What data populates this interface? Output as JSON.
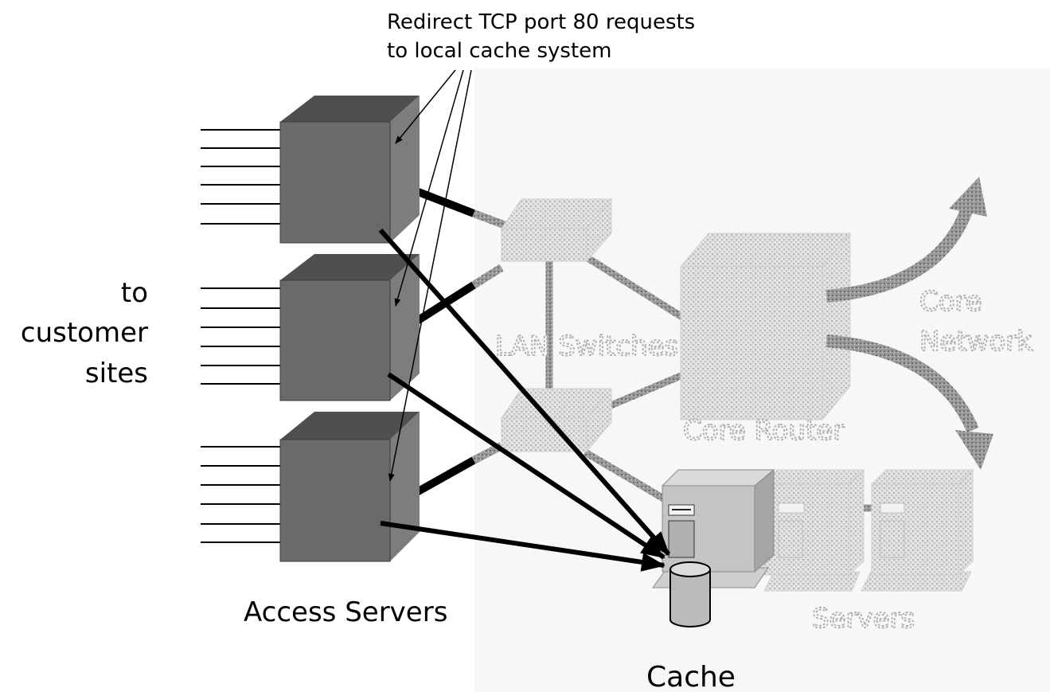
{
  "annotation": {
    "line1": "Redirect TCP port 80 requests",
    "line2": "to local cache system"
  },
  "labels": {
    "to_customer_sites": [
      "to",
      "customer",
      "sites"
    ],
    "access_servers": "Access Servers",
    "lan_switches": "LAN Switches",
    "core_router": "Core Router",
    "core_network": [
      "Core",
      "Network"
    ],
    "servers": "Servers",
    "cache": "Cache"
  },
  "colors": {
    "access_server_front": "#6b6b6b",
    "access_server_top": "#555555",
    "access_server_side": "#7a7a7a",
    "faded_device": "#d2d2d2",
    "cache_machine": "#c8c8c8",
    "link": "#000000"
  }
}
